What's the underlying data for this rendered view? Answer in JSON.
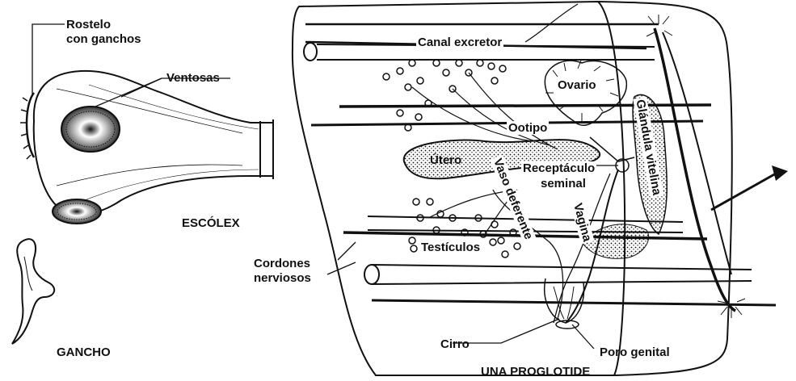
{
  "scolex": {
    "rostelo": "Rostelo",
    "con_ganchos": "con ganchos",
    "ventosas": "Ventosas",
    "title": "ESCÓLEX"
  },
  "hook": {
    "title": "GANCHO"
  },
  "proglottid": {
    "canal_excretor": "Canal excretor",
    "ovario": "Ovario",
    "ootipo": "Ootipo",
    "utero": "Útero",
    "receptaculo": "Receptáculo",
    "seminal": "seminal",
    "glandula_vitelina": "Glándula vitelina",
    "vaso_deferente": "Vaso deferente",
    "vagina": "Vagina",
    "testiculos": "Testículos",
    "cordones": "Cordones",
    "nerviosos": "nerviosos",
    "cirro": "Cirro",
    "poro_genital": "Poro genital",
    "title": "UNA PROGLOTIDE"
  }
}
